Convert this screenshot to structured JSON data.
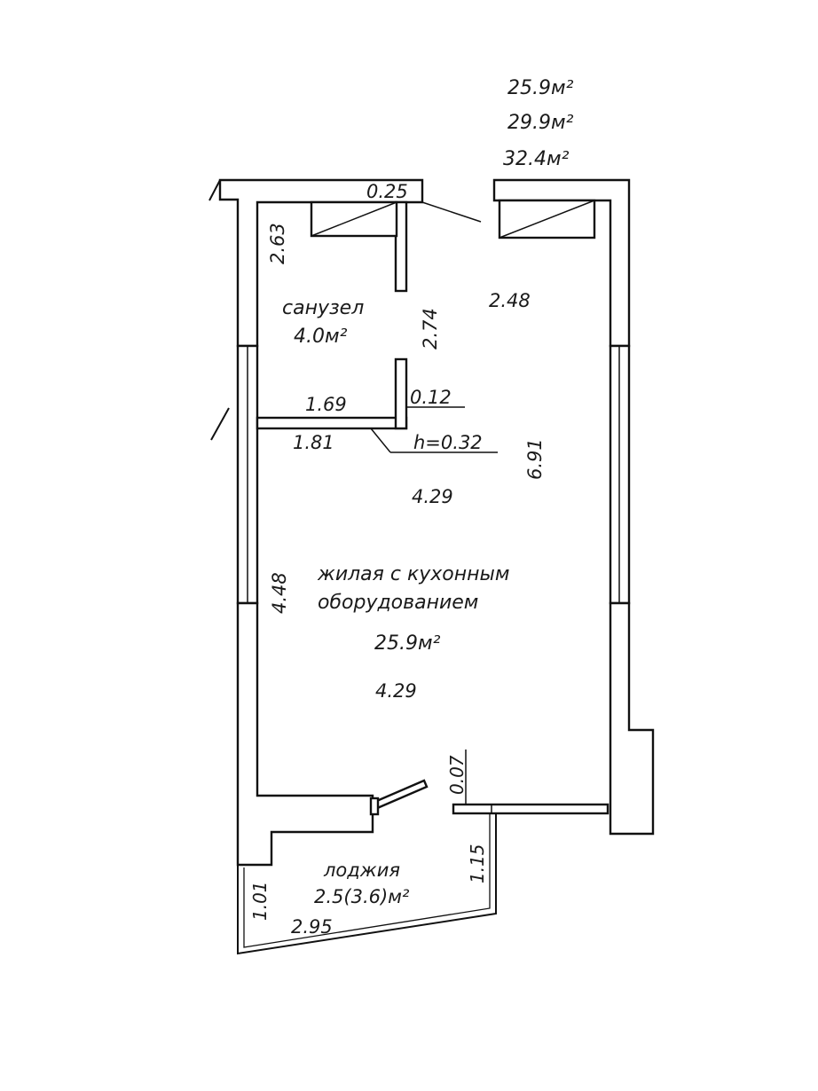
{
  "areas": {
    "living": "25.9м²",
    "total": "29.9м²",
    "total_with_loggia": "32.4м²"
  },
  "rooms": {
    "bathroom": {
      "name": "санузел",
      "area": "4.0м²"
    },
    "living": {
      "name_line1": "жилая с кухонным",
      "name_line2": "оборудованием",
      "area": "25.9м²"
    },
    "loggia": {
      "name": "лоджия",
      "area": "2.5(3.6)м²"
    }
  },
  "dimensions": {
    "d_025": "0.25",
    "d_263": "2.63",
    "d_248": "2.48",
    "d_274": "2.74",
    "d_169": "1.69",
    "d_012": "0.12",
    "d_181": "1.81",
    "d_h032": "h=0.32",
    "d_691": "6.91",
    "d_429_top": "4.29",
    "d_448": "4.48",
    "d_429_bottom": "4.29",
    "d_007": "0.07",
    "d_115": "1.15",
    "d_101": "1.01",
    "d_295": "2.95"
  }
}
